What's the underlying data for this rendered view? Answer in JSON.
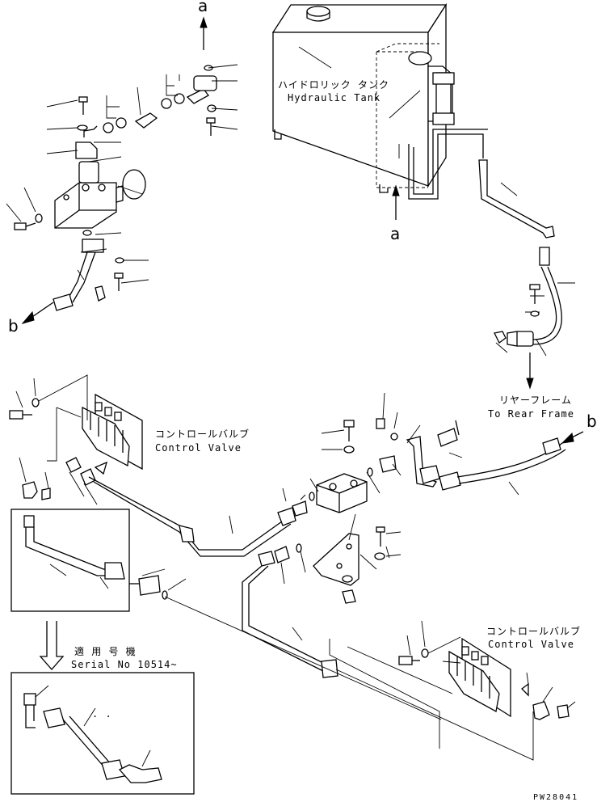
{
  "labels": {
    "tank_jp": "ハイドロリック タンク",
    "tank_en": "Hydraulic Tank",
    "marker_a_top": "a",
    "marker_a_bottom": "a",
    "marker_b_left": "b",
    "marker_b_right": "b",
    "rear_frame_jp": "リヤーフレーム",
    "rear_frame_en": "To Rear Frame",
    "cv1_jp": "コントロールバルブ",
    "cv1_en": "Control Valve",
    "cv2_jp": "コントロールバルブ",
    "cv2_en": "Control Valve",
    "serial_jp": "適 用 号 機",
    "serial_en": "Serial No 10514~",
    "inset_dots": ". .",
    "drawing_code": "PW28041"
  },
  "icons": [
    "arrow-up-icon",
    "arrow-left-icon",
    "arrow-down-icon",
    "hollow-down-arrow-icon"
  ]
}
